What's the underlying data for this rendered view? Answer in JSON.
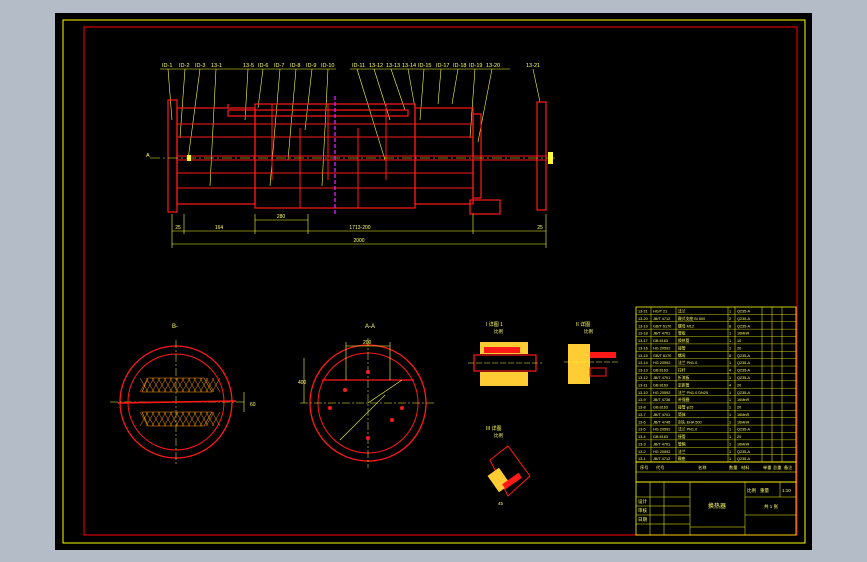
{
  "drawing": {
    "colors": {
      "background": "#b4bcc8",
      "sheet": "#000000",
      "border": "#ffff00",
      "frame": "#ff0000",
      "part": "#ff1a1a",
      "dim": "#ffff33",
      "accent": "#dd22ff",
      "text": "#ffff66",
      "hatch": "#ff9900"
    },
    "main_view": {
      "callouts_left": [
        "ID-1",
        "ID-2",
        "ID-3",
        "13-1",
        "13-5",
        "ID-6",
        "ID-7",
        "ID-8",
        "ID-9",
        "ID-10"
      ],
      "callouts_right": [
        "ID-11",
        "13-12",
        "13-13",
        "13-14",
        "ID-15",
        "ID-17",
        "ID-18",
        "ID-19",
        "13-20"
      ],
      "callout_far_right": "13-21",
      "section_marker": "A",
      "dims_lower": [
        "25",
        "164",
        "280",
        "1713-200",
        "25"
      ],
      "overall_dim": "2000"
    },
    "section_views": {
      "view_b_title": "B-",
      "view_a_title": "A-A",
      "view_a_dim_top": "200",
      "view_a_dim_side": "400",
      "view_b_dim_side": "60"
    },
    "details": {
      "detail_1_title": "I 详图 1",
      "detail_1_sub": "比例",
      "detail_2_title": "II 详图",
      "detail_2_sub": "比例",
      "detail_3_title": "III 详图",
      "detail_3_sub": "比例",
      "detail_3_dim": "45"
    },
    "parts_list": {
      "rows": [
        [
          "13-21",
          "HG/T 21",
          "法兰",
          "1",
          "Q235-A",
          "",
          ""
        ],
        [
          "13-20",
          "JB/T 4712",
          "鞍式支座 BI 500",
          "2",
          "Q235-A",
          "",
          ""
        ],
        [
          "13-19",
          "GB/T 6170",
          "螺母 M12",
          "8",
          "Q235-A",
          "",
          ""
        ],
        [
          "13-18",
          "JB/T 4701",
          "管板",
          "1",
          "16MnR",
          "",
          ""
        ],
        [
          "13-17",
          "GB 8163",
          "换热管",
          "1",
          "10",
          "",
          ""
        ],
        [
          "13-16",
          "HG 20592",
          "接管",
          "1",
          "20",
          "",
          ""
        ],
        [
          "13-15",
          "GB/T 6170",
          "螺母",
          "8",
          "Q235-A",
          "",
          ""
        ],
        [
          "13-14",
          "HG 20592",
          "法兰 PN1.0",
          "1",
          "Q235-A",
          "",
          ""
        ],
        [
          "13-13",
          "GB 8163",
          "拉杆",
          "4",
          "Q235-A",
          "",
          ""
        ],
        [
          "13-12",
          "JB/T 4701",
          "折流板",
          "1",
          "Q235-A",
          "",
          ""
        ],
        [
          "13-11",
          "GB 8163",
          "定距管",
          "4",
          "20",
          "",
          ""
        ],
        [
          "13-10",
          "HG 20592",
          "法兰 PN1.0 DN25",
          "1",
          "Q235-A",
          "",
          ""
        ],
        [
          "13-9",
          "JB/T 4736",
          "补强圈",
          "1",
          "16MnR",
          "",
          ""
        ],
        [
          "13-8",
          "GB 8163",
          "接管 φ25",
          "1",
          "20",
          "",
          ""
        ],
        [
          "13-7",
          "JB/T 4701",
          "筒体",
          "1",
          "16MnR",
          "",
          ""
        ],
        [
          "13-6",
          "JB/T 4746",
          "封头 EHA 500",
          "1",
          "16MnR",
          "",
          ""
        ],
        [
          "13-5",
          "HG 20592",
          "法兰 PN1.0",
          "1",
          "Q235-A",
          "",
          ""
        ],
        [
          "13-4",
          "GB 8163",
          "接管",
          "1",
          "20",
          "",
          ""
        ],
        [
          "13-3",
          "JB/T 4701",
          "管箱",
          "1",
          "16MnR",
          "",
          ""
        ],
        [
          "13-2",
          "HG 20592",
          "法兰",
          "1",
          "Q235-A",
          "",
          ""
        ],
        [
          "13-1",
          "JB/T 4712",
          "鞍座",
          "1",
          "Q235-A",
          "",
          ""
        ]
      ],
      "header": [
        "序号",
        "代号",
        "名称",
        "数量",
        "材料",
        "单重",
        "总重"
      ],
      "header_last": "备注"
    },
    "title_block": {
      "drawing_title": "换热器",
      "company": "",
      "scale_label": "比例",
      "scale": "1:10",
      "sheet": "共 1 张",
      "weight": "重量",
      "designer": "设计",
      "checker": "审核",
      "date": "日期"
    }
  }
}
